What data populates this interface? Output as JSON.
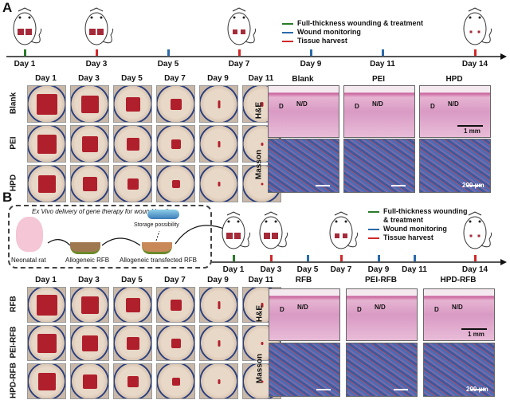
{
  "panel_a": {
    "label": "A",
    "timeline": {
      "days": [
        "Day 1",
        "Day 3",
        "Day 5",
        "Day 7",
        "Day 9",
        "Day 11",
        "Day 14"
      ],
      "tick_colors": [
        "#2a7a2a",
        "#d02828",
        "#2a6aa8",
        "#d02828",
        "#2a6aa8",
        "#2a6aa8",
        "#d02828"
      ]
    },
    "legend": [
      {
        "label": "Full-thickness wounding & treatment",
        "color": "#2a7a2a"
      },
      {
        "label": "Wound monitoring",
        "color": "#2a6aa8"
      },
      {
        "label": "Tissue harvest",
        "color": "#d02828"
      }
    ],
    "photo_grid": {
      "columns": [
        "Day 1",
        "Day 3",
        "Day 5",
        "Day 7",
        "Day 9",
        "Day 11"
      ],
      "rows": [
        "Blank",
        "PEI",
        "HPD"
      ]
    },
    "histology": {
      "columns": [
        "Blank",
        "PEI",
        "HPD"
      ],
      "rows": [
        "H&E",
        "Masson"
      ],
      "annotations": {
        "d": "D",
        "nd": "N/D"
      },
      "scale_he": "1 mm",
      "scale_masson": "200 μm"
    }
  },
  "panel_b": {
    "label": "B",
    "ex_vivo": {
      "title_italic": "Ex Vivo",
      "title_rest": " delivery of gene therapy for wound healing",
      "storage": "Storage possibility",
      "steps": [
        "Neonatal rat",
        "Allogeneic RFB",
        "Allogeneic transfected RFB"
      ]
    },
    "timeline": {
      "days": [
        "Day 1",
        "Day 3",
        "Day 5",
        "Day 7",
        "Day 9",
        "Day 11",
        "Day 14"
      ],
      "tick_colors": [
        "#2a7a2a",
        "#d02828",
        "#2a6aa8",
        "#d02828",
        "#2a6aa8",
        "#2a6aa8",
        "#d02828"
      ]
    },
    "legend": [
      {
        "label": "Full-thickness wounding",
        "label2": "& treatment",
        "color": "#2a7a2a"
      },
      {
        "label": "Wound monitoring",
        "color": "#2a6aa8"
      },
      {
        "label": "Tissue harvest",
        "color": "#d02828"
      }
    ],
    "photo_grid": {
      "columns": [
        "Day 1",
        "Day 3",
        "Day 5",
        "Day 7",
        "Day 9",
        "Day 11"
      ],
      "rows": [
        "RFB",
        "PEI-RFB",
        "HPD-RFB"
      ]
    },
    "histology": {
      "columns": [
        "RFB",
        "PEI-RFB",
        "HPD-RFB"
      ],
      "rows": [
        "H&E",
        "Masson"
      ],
      "annotations": {
        "d": "D",
        "nd": "N/D"
      },
      "scale_he": "1 mm",
      "scale_masson": "200 μm"
    }
  }
}
